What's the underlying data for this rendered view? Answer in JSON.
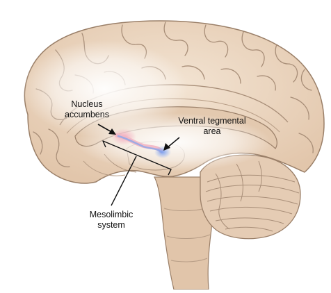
{
  "labels": {
    "nucleus_accumbens": [
      "Nucleus",
      "accumbens"
    ],
    "ventral_tegmental_area": [
      "Ventral tegmental",
      "area"
    ],
    "mesolimbic_system": [
      "Mesolimbic",
      "system"
    ]
  },
  "colors": {
    "background": "#ffffff",
    "cortex": "#edd9c4",
    "cortex_outline": "#9a7f68",
    "sulcus": "#a88e78",
    "inner_structures": "#e3c9af",
    "brainstem": "#e1c5aa",
    "cerebellum": "#e5ccb4",
    "glow": "#ffffff",
    "highlight_pink": "#f2b6c4",
    "highlight_blue": "#8fa8e8",
    "callout_line": "#111111"
  },
  "icons": {
    "pointer_nucleus": "arrow-right-down",
    "pointer_vta": "arrow-left-down"
  }
}
